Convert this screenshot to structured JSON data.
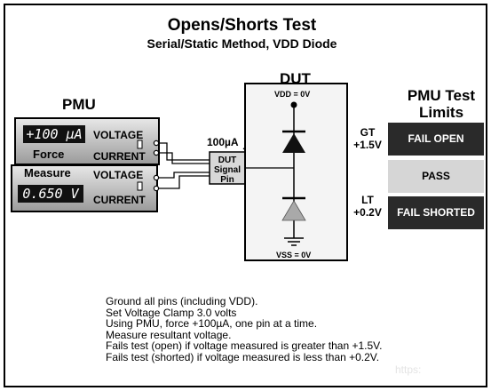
{
  "title": "Opens/Shorts Test",
  "subtitle": "Serial/Static Method, VDD Diode",
  "pmu": {
    "label": "PMU",
    "force": {
      "readout": "+100 µA",
      "caption": "Force",
      "voltage_label": "VOLTAGE",
      "current_label": "CURRENT"
    },
    "measure": {
      "readout": "0.650 V",
      "caption": "Measure",
      "voltage_label": "VOLTAGE",
      "current_label": "CURRENT"
    }
  },
  "force_current": "100µA",
  "dut_pin": "DUT Signal Pin",
  "dut": {
    "label": "DUT",
    "vdd": "VDD = 0V",
    "vss": "VSS = 0V"
  },
  "limits": {
    "title": "PMU Test Limits",
    "gt_label": "GT +1.5V",
    "lt_label": "LT +0.2V",
    "bands": {
      "open": "FAIL OPEN",
      "pass": "PASS",
      "short": "FAIL SHORTED"
    }
  },
  "notes": [
    "Ground all pins (including VDD).",
    "Set Voltage Clamp 3.0 volts",
    "Using PMU, force +100µA, one pin at a time.",
    "Measure resultant voltage.",
    "Fails test (open) if voltage measured is greater than +1.5V.",
    "Fails test (shorted) if voltage measured is less than +0.2V."
  ],
  "watermark": "https:",
  "colors": {
    "band_fail": "#2a2a2a",
    "band_pass": "#d6d6d6",
    "diode_lower": "#a9a9a9"
  }
}
